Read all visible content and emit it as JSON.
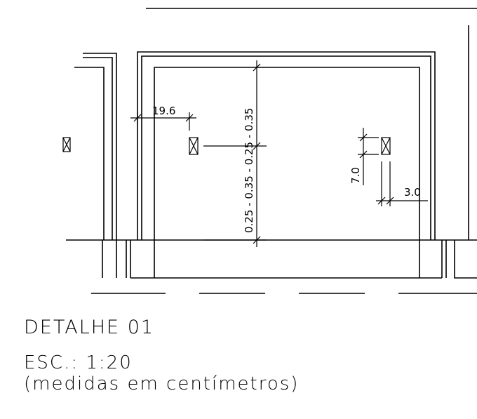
{
  "drawing": {
    "dimensions": {
      "horizontal_offset": "19.6",
      "vertical_chain": "0.25 - 0.35 - 0.25 - 0.35",
      "small_vertical": "7.0",
      "small_horizontal": "3.0"
    },
    "symbols": [
      "switch-box-symbol",
      "switch-box-symbol",
      "switch-box-symbol"
    ]
  },
  "titleblock": {
    "title": "DETALHE 01",
    "scale": "ESC.: 1:20",
    "units_note": "(medidas em centímetros)"
  }
}
